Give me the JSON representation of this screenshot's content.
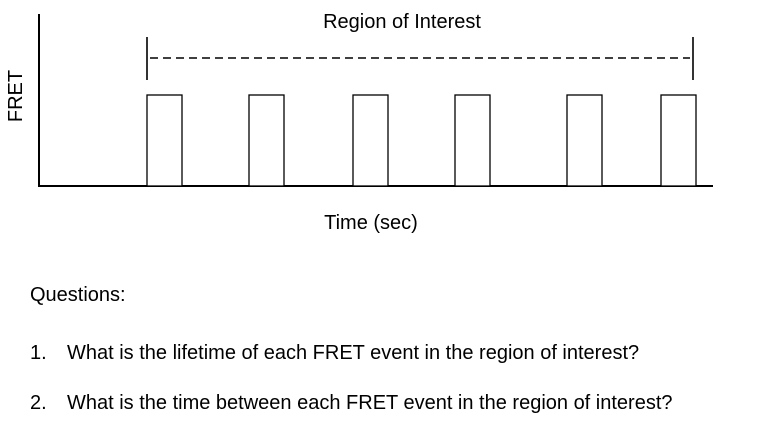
{
  "diagram": {
    "title": "Region of Interest",
    "y_axis_label": "FRET",
    "x_axis_label": "Time (sec)",
    "pulse_count": 6
  },
  "questions": {
    "heading": "Questions:",
    "items": [
      {
        "number": "1.",
        "text": "What is the lifetime of each FRET event in the region of interest?"
      },
      {
        "number": "2.",
        "text": "What is the time between each FRET event in the region of interest?"
      }
    ]
  }
}
